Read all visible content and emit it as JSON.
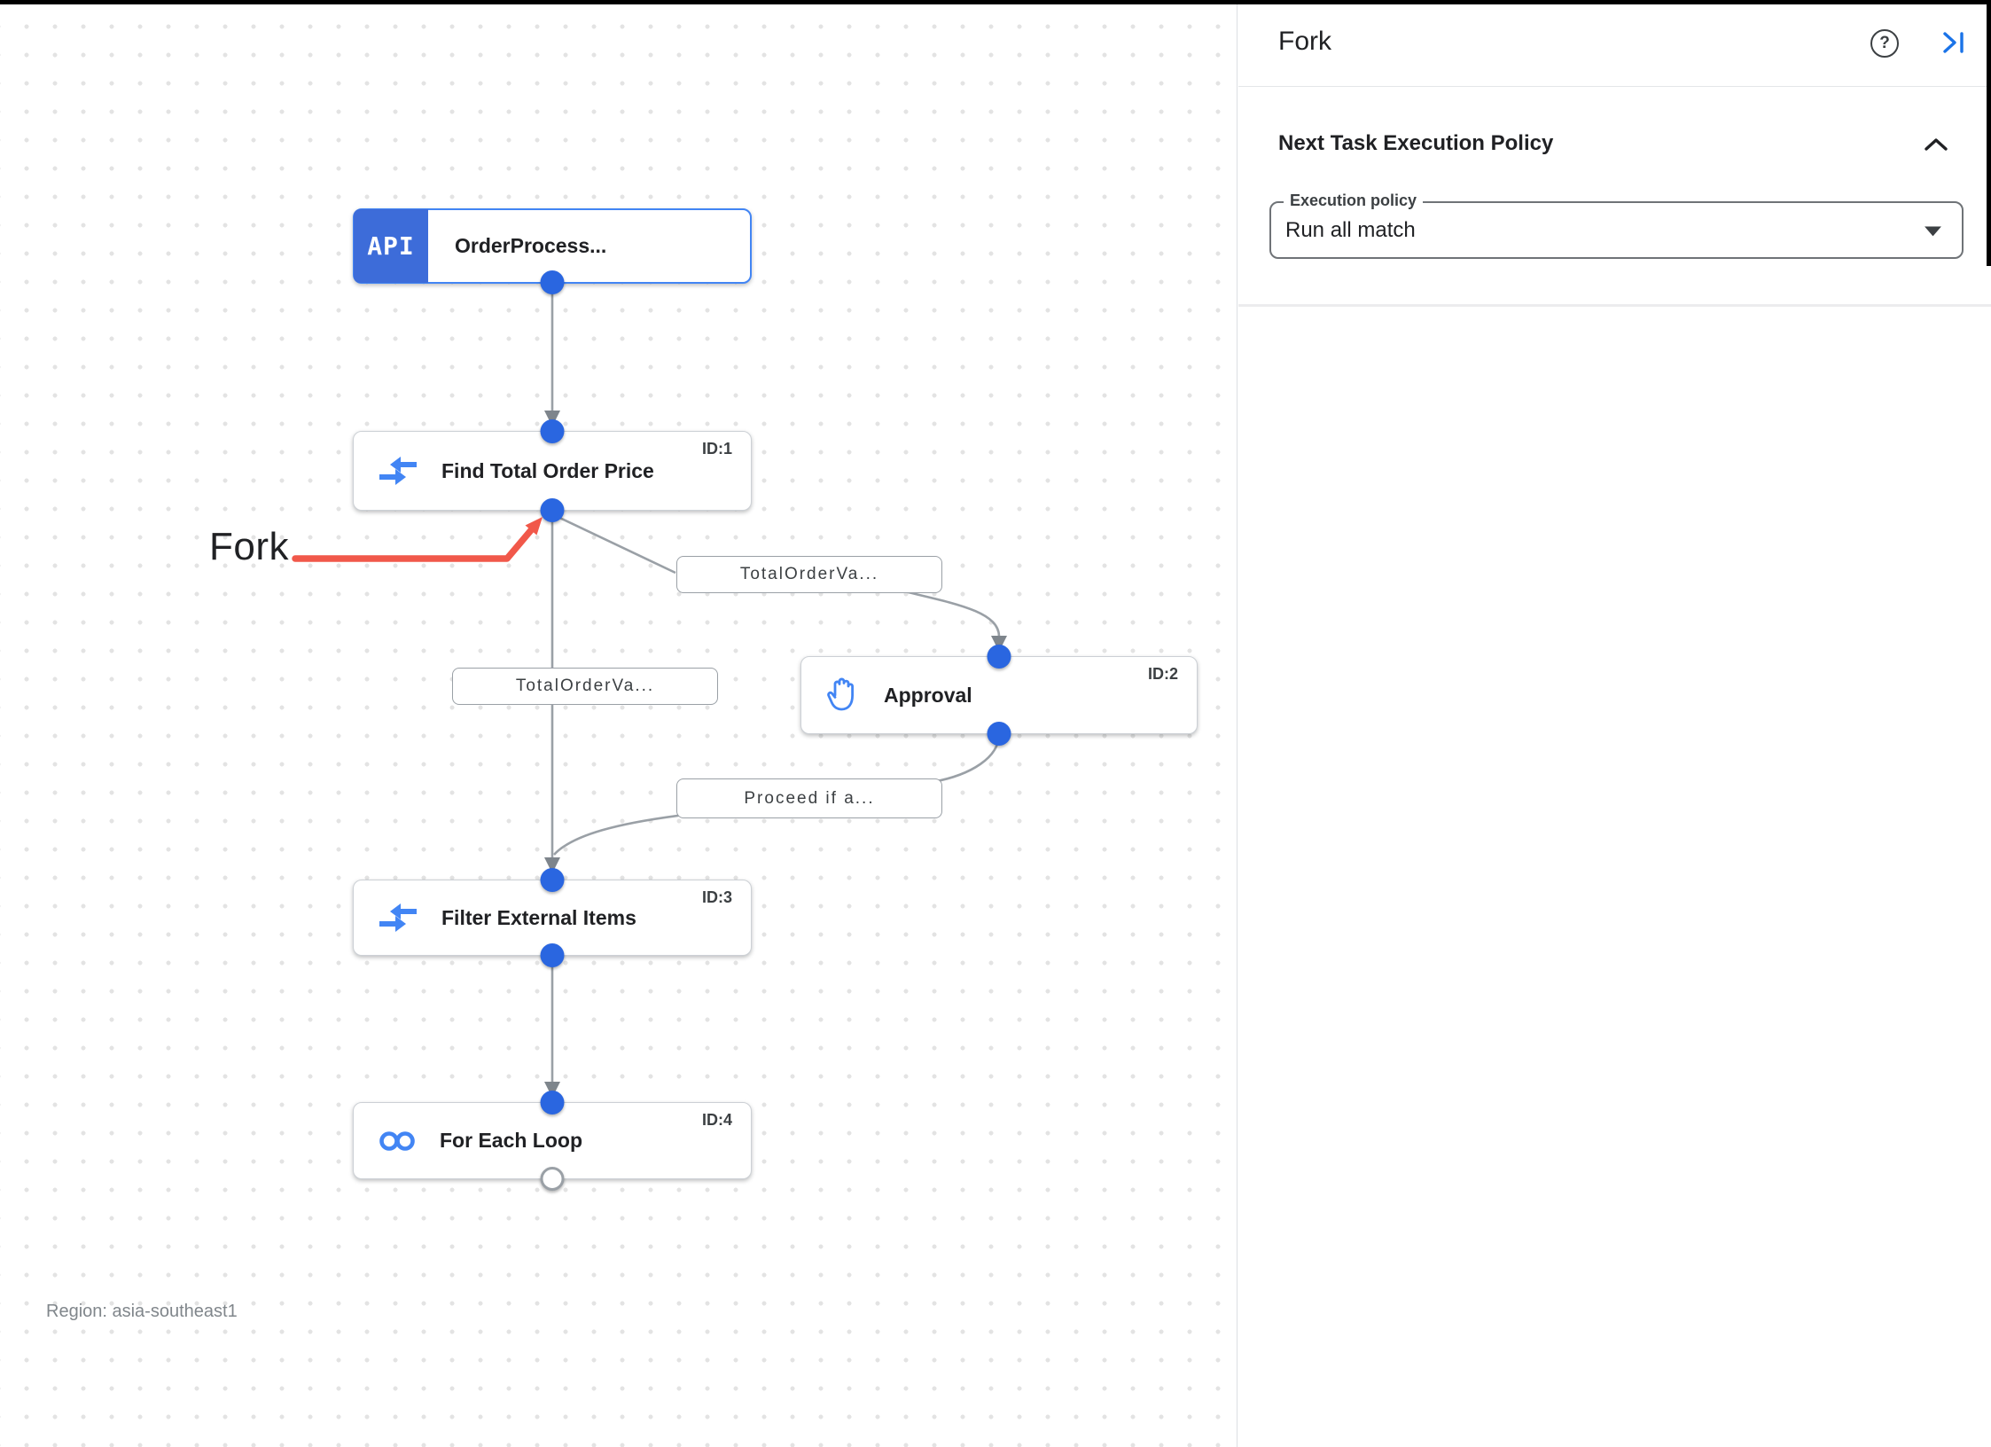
{
  "panel": {
    "title": "Fork",
    "help_icon": "help-circle-icon",
    "collapse_icon": "collapse-panel-right-icon",
    "section": {
      "title": "Next Task Execution Policy",
      "collapse_icon": "chevron-up-icon",
      "execution_policy_label": "Execution policy",
      "execution_policy_value": "Run all match"
    }
  },
  "canvas": {
    "nodes": [
      {
        "badge": "API",
        "title": "OrderProcess...",
        "type": "api-trigger"
      },
      {
        "title": "Find Total Order Price",
        "id_label": "ID:1",
        "icon": "data-mapping-icon"
      },
      {
        "title": "Approval",
        "id_label": "ID:2",
        "icon": "approval-hand-icon"
      },
      {
        "title": "Filter External Items",
        "id_label": "ID:3",
        "icon": "data-mapping-icon"
      },
      {
        "title": "For Each Loop",
        "id_label": "ID:4",
        "icon": "for-each-loop-icon"
      }
    ],
    "edge_labels": [
      {
        "text": "TotalOrderVa..."
      },
      {
        "text": "TotalOrderVa..."
      },
      {
        "text": "Proceed if a..."
      }
    ],
    "annotation": {
      "text": "Fork",
      "color": "#F1584A"
    },
    "region_label": "Region: asia-southeast1"
  },
  "colors": {
    "accent_blue": "#1a73e8",
    "trigger_badge_blue": "#3d6cd9",
    "trigger_border_blue": "#4285f4",
    "port_blue": "#2a66e0",
    "icon_blue": "#4285f4",
    "edge_gray": "#9aa0a6",
    "annotation_red": "#F1584A"
  }
}
